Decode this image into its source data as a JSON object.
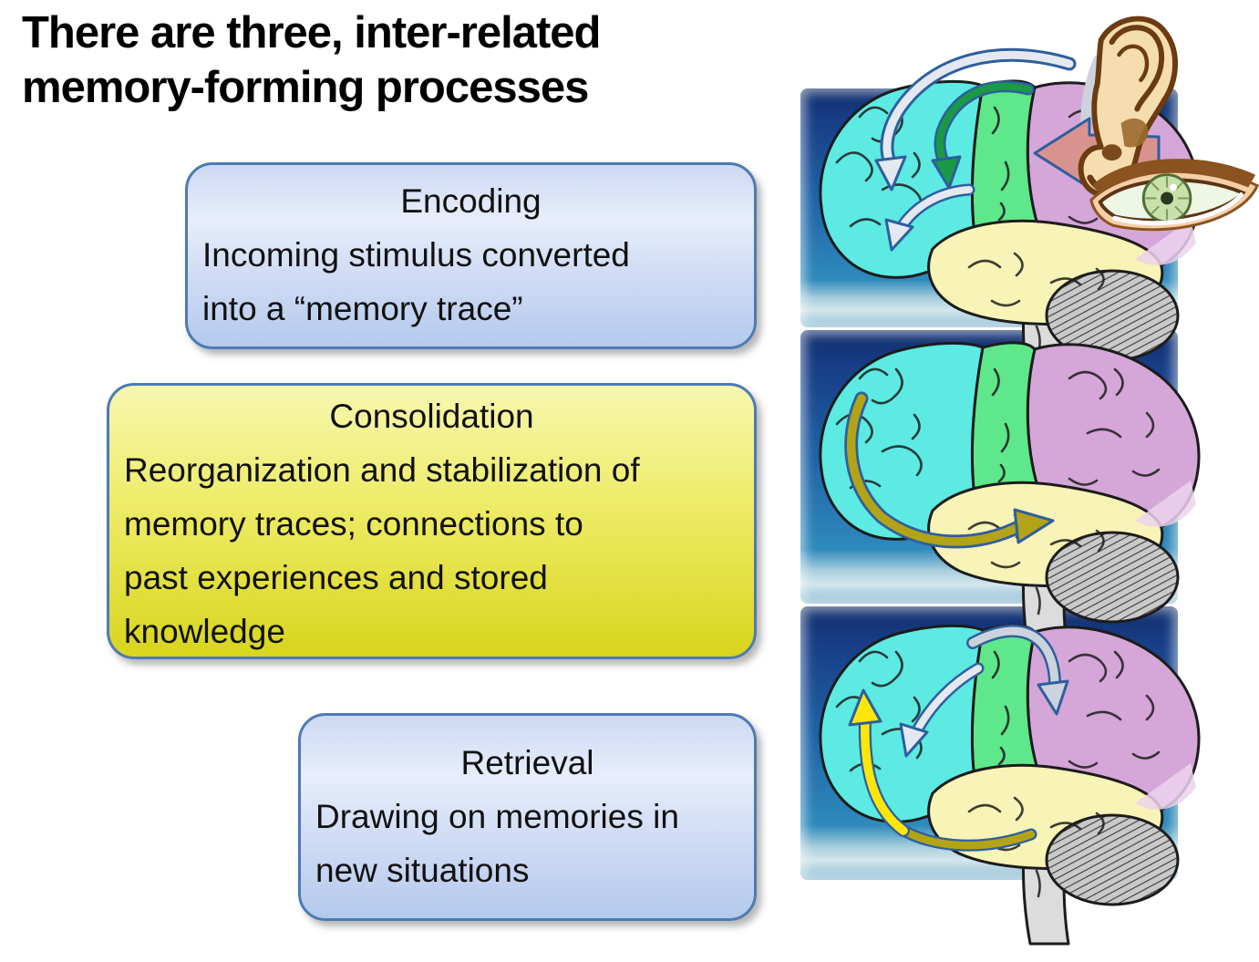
{
  "title": {
    "line1": "There are three, inter-related",
    "line2": "memory-forming processes"
  },
  "boxes": [
    {
      "heading": "Encoding",
      "lines": [
        "Incoming stimulus converted",
        "into a “memory trace”"
      ],
      "fill_style": "blue-gradient",
      "border_color": "#4d7ab5"
    },
    {
      "heading": "Consolidation",
      "lines": [
        "Reorganization and stabilization of",
        "memory traces; connections to",
        "past experiences and stored",
        "knowledge"
      ],
      "fill_style": "yellow-gradient",
      "border_color": "#4d7ab5"
    },
    {
      "heading": "Retrieval",
      "lines": [
        "Drawing on memories in",
        "new situations"
      ],
      "fill_style": "blue-gradient",
      "border_color": "#4d7ab5"
    }
  ],
  "illustration": {
    "panels": [
      {
        "name": "encoding-brain",
        "arrows": [
          "silver-curved-arrow-down",
          "silver-curved-arrow-small",
          "green-curved-arrow",
          "salmon-stimulus-arrow"
        ],
        "organs": [
          "ear-icon",
          "eye-icon"
        ]
      },
      {
        "name": "consolidation-brain",
        "arrows": [
          "olive-sweep-arrow"
        ]
      },
      {
        "name": "retrieval-brain",
        "arrows": [
          "gray-curved-arrow",
          "silver-curved-arrow-small",
          "olive-band",
          "yellow-up-arrow"
        ]
      }
    ],
    "colors": {
      "panel_top": "#102e6b",
      "panel_mid": "#1f64a8",
      "panel_low": "#2f8abc",
      "panel_band": "#d3e6ec",
      "frontal": "#5ceae2",
      "motor": "#5fe78c",
      "parietal": "#d5a6d8",
      "parietal_light": "#ecd2ee",
      "temporal": "#f8f3b6",
      "cerebellum": "#c9c9c9",
      "stem": "#dcdcdc",
      "arrow_outline": "#2e5f9e",
      "silver": "#ccd3dd",
      "silver_light": "#e4e9f1",
      "green_arrow": "#1a9a44",
      "salmon": "#d9938f",
      "olive": "#b3a316",
      "yellow": "#ffe60a",
      "ear_skin": "#f6ddb0",
      "ear_line": "#6b3c12",
      "eye_skin": "#f5cfa8",
      "brow": "#8a5320",
      "iris": "#c8e0aa",
      "sclera": "#eef6e4"
    }
  }
}
